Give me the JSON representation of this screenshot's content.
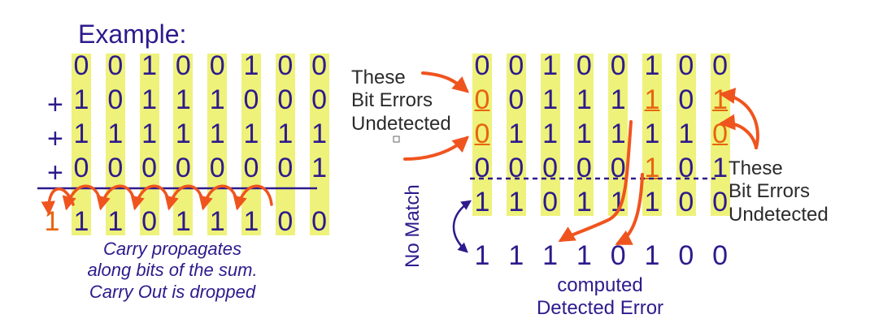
{
  "left": {
    "title": "Example:",
    "operator": "+",
    "rows": [
      [
        "0",
        "0",
        "1",
        "0",
        "0",
        "1",
        "0",
        "0"
      ],
      [
        "1",
        "0",
        "1",
        "1",
        "1",
        "0",
        "0",
        "0"
      ],
      [
        "1",
        "1",
        "1",
        "1",
        "1",
        "1",
        "1",
        "1"
      ],
      [
        "0",
        "0",
        "0",
        "0",
        "0",
        "0",
        "0",
        "1"
      ]
    ],
    "carry_out": "1",
    "sum": [
      "1",
      "1",
      "0",
      "1",
      "1",
      "1",
      "0",
      "0"
    ],
    "caption": [
      "Carry propagates",
      "along bits of the sum.",
      "Carry Out is dropped"
    ]
  },
  "right": {
    "rows": [
      [
        "0",
        "0",
        "1",
        "0",
        "0",
        "1",
        "0",
        "0"
      ],
      [
        "0",
        "0",
        "1",
        "1",
        "1",
        "1",
        "0",
        "1"
      ],
      [
        "0",
        "1",
        "1",
        "1",
        "1",
        "1",
        "1",
        "0"
      ],
      [
        "0",
        "0",
        "0",
        "0",
        "0",
        "1",
        "0",
        "1"
      ]
    ],
    "sum": [
      "1",
      "1",
      "0",
      "1",
      "1",
      "1",
      "0",
      "0"
    ],
    "computed": [
      "1",
      "1",
      "1",
      "1",
      "0",
      "1",
      "0",
      "0"
    ],
    "note_left": [
      "These",
      "Bit Errors",
      "Undetected"
    ],
    "note_right": [
      "These",
      "Bit Errors",
      "Undetected"
    ],
    "no_match": "No Match",
    "caption": [
      "computed",
      "Detected Error"
    ]
  },
  "colors": {
    "digit": "#2e1a8c",
    "error": "#e8640f",
    "band": "#eef27a",
    "arrow": "#f0541e",
    "note": "#2b2b2b"
  }
}
